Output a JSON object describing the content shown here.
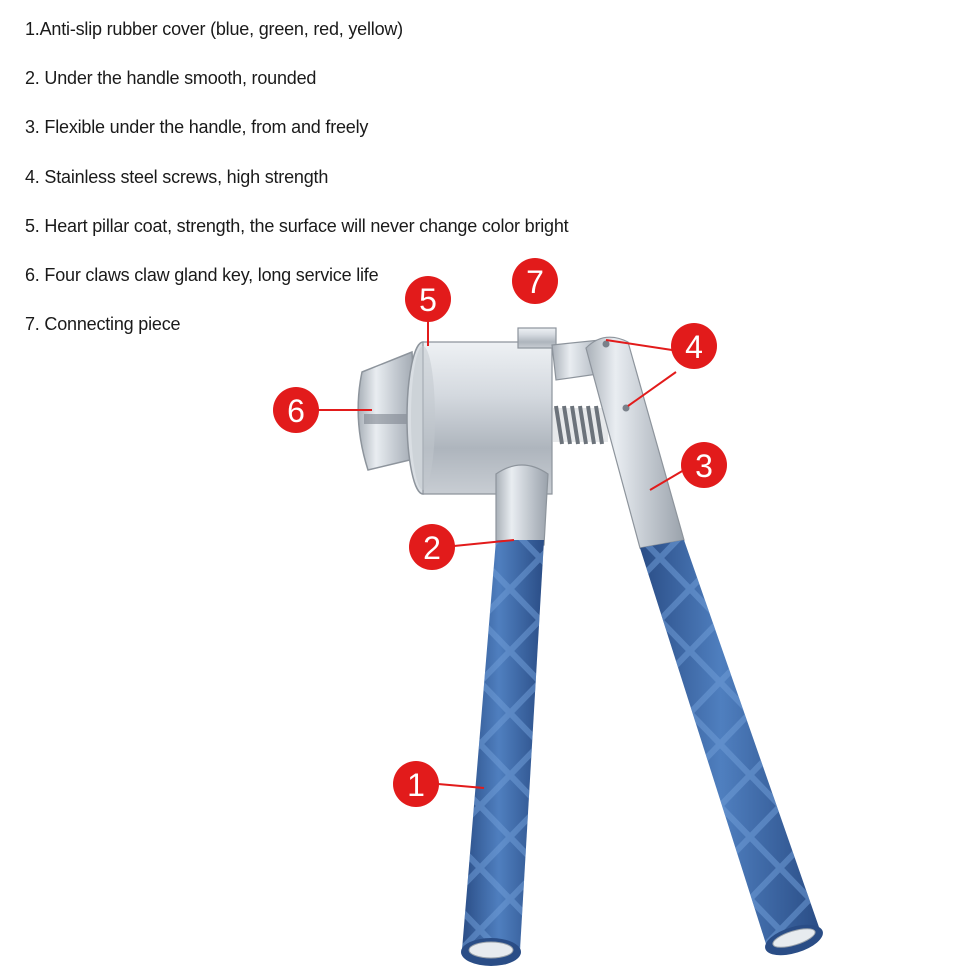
{
  "features": [
    {
      "text": "1.Anti-slip rubber cover (blue, green, red, yellow)"
    },
    {
      "text": "2. Under the handle smooth, rounded"
    },
    {
      "text": "3. Flexible under the handle, from and freely"
    },
    {
      "text": "4. Stainless steel screws, high strength"
    },
    {
      "text": "5. Heart pillar coat, strength, the surface will never change color bright"
    },
    {
      "text": "6. Four claws claw gland key, long service life"
    },
    {
      "text": "7. Connecting piece"
    }
  ],
  "callouts": [
    "1",
    "2",
    "3",
    "4",
    "5",
    "6",
    "7"
  ],
  "colors": {
    "callout_red": "#e21b1b",
    "grip_blue": "#3f6faa",
    "grip_dark": "#2a4d86",
    "steel": "#c9cfd6",
    "text": "#1a1a1a"
  },
  "icons": [
    "crimper-tool-illustration"
  ]
}
